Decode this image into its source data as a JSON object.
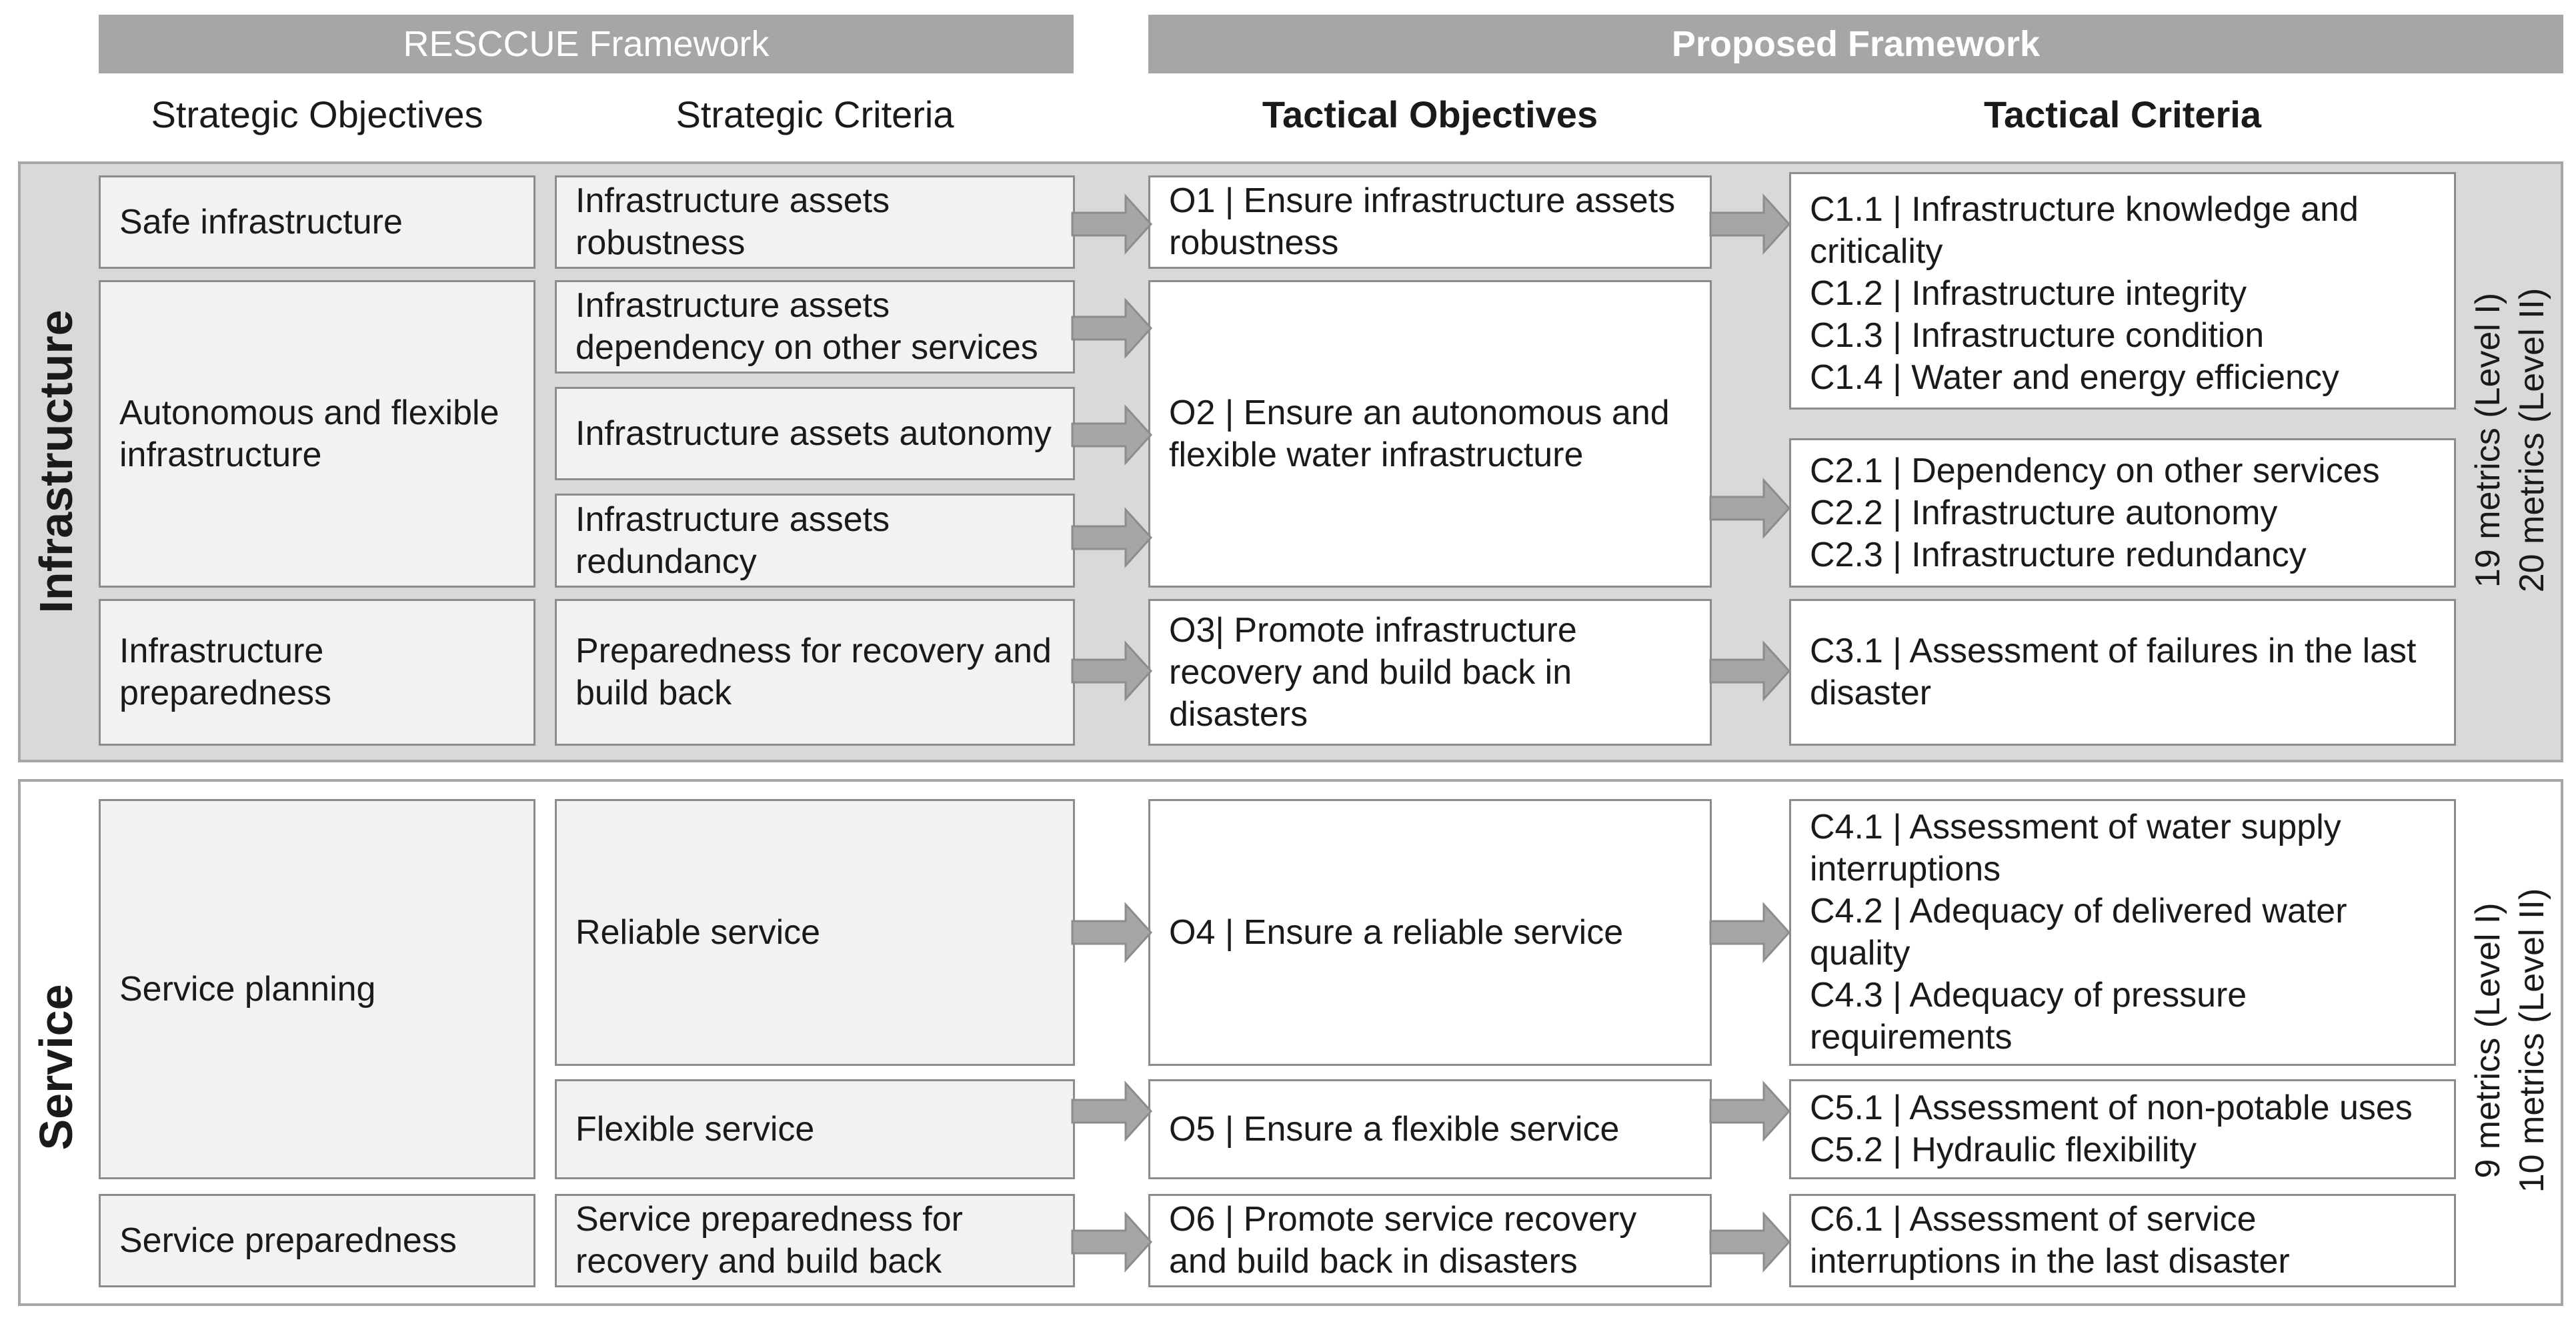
{
  "header": {
    "rescue_framework": "RESCCUE Framework",
    "proposed_framework": "Proposed Framework",
    "columns": {
      "strategic_objectives": "Strategic Objectives",
      "strategic_criteria": "Strategic Criteria",
      "tactical_objectives": "Tactical Objectives",
      "tactical_criteria": "Tactical Criteria"
    }
  },
  "infrastructure": {
    "label": "Infrastructure",
    "metrics_level1": "19 metrics (Level I)",
    "metrics_level2": "20 metrics (Level II)",
    "strategic_objectives": [
      "Safe infrastructure",
      "Autonomous and flexible infrastructure",
      "Infrastructure preparedness"
    ],
    "strategic_criteria": [
      "Infrastructure assets robustness",
      "Infrastructure assets dependency on other services",
      "Infrastructure assets autonomy",
      "Infrastructure assets redundancy",
      "Preparedness for recovery and build back"
    ],
    "tactical_objectives": [
      "O1 | Ensure infrastructure assets robustness",
      "O2 | Ensure an autonomous and flexible water infrastructure",
      "O3| Promote infrastructure recovery and build back in disasters"
    ],
    "tactical_criteria": {
      "group1": [
        "C1.1 | Infrastructure knowledge and criticality",
        "C1.2 | Infrastructure integrity",
        "C1.3 | Infrastructure condition",
        "C1.4 | Water and energy efficiency"
      ],
      "group2": [
        "C2.1 | Dependency on other services",
        "C2.2 | Infrastructure autonomy",
        "C2.3 | Infrastructure redundancy"
      ],
      "group3": [
        "C3.1 | Assessment of failures in the last disaster"
      ]
    }
  },
  "service": {
    "label": "Service",
    "metrics_level1": "9 metrics (Level I)",
    "metrics_level2": "10 metrics (Level II)",
    "strategic_objectives": [
      "Service planning",
      "Service preparedness"
    ],
    "strategic_criteria": [
      "Reliable service",
      "Flexible service",
      "Service preparedness for recovery and build back"
    ],
    "tactical_objectives": [
      "O4 | Ensure a reliable service",
      "O5 | Ensure a flexible service",
      "O6 | Promote service recovery and build back in disasters"
    ],
    "tactical_criteria": {
      "group4": [
        "C4.1 | Assessment of water supply interruptions",
        "C4.2 | Adequacy of delivered water quality",
        "C4.3 | Adequacy of pressure requirements"
      ],
      "group5": [
        "C5.1 | Assessment of non-potable uses",
        "C5.2 | Hydraulic flexibility"
      ],
      "group6": [
        "C6.1 | Assessment of service interruptions in the last disaster"
      ]
    }
  },
  "colors": {
    "banner": "#a6a6a6",
    "panel_gray": "#d9d9d9",
    "box_light": "#f2f2f2",
    "arrow": "#a6a6a6"
  }
}
